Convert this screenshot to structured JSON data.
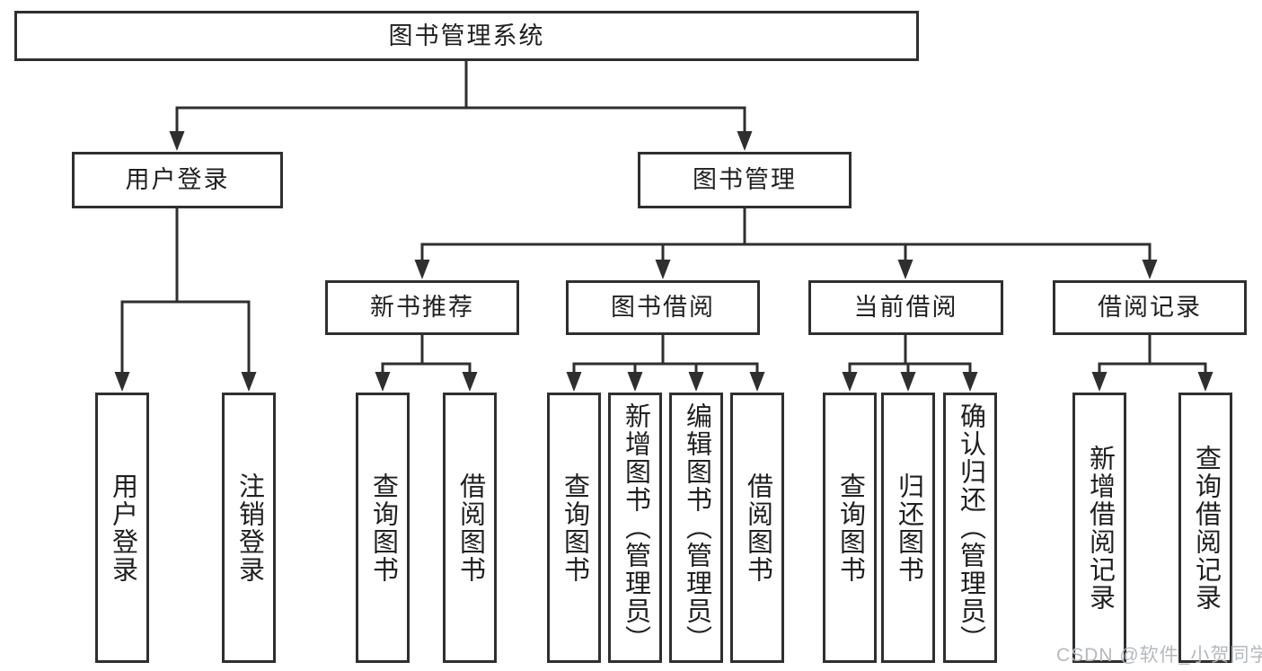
{
  "diagram_title": "图书管理系统",
  "tree": {
    "label": "图书管理系统",
    "children": [
      {
        "label": "用户登录",
        "children": [
          {
            "label": "用户登录"
          },
          {
            "label": "注销登录"
          }
        ]
      },
      {
        "label": "图书管理",
        "children": [
          {
            "label": "新书推荐",
            "children": [
              {
                "label": "查询图书"
              },
              {
                "label": "借阅图书"
              }
            ]
          },
          {
            "label": "图书借阅",
            "children": [
              {
                "label": "查询图书"
              },
              {
                "label": "新增图书（管理员）"
              },
              {
                "label": "编辑图书（管理员）"
              },
              {
                "label": "借阅图书"
              }
            ]
          },
          {
            "label": "当前借阅",
            "children": [
              {
                "label": "查询图书"
              },
              {
                "label": "归还图书"
              },
              {
                "label": "确认归还（管理员）"
              }
            ]
          },
          {
            "label": "借阅记录",
            "children": [
              {
                "label": "新增借阅记录"
              },
              {
                "label": "查询借阅记录"
              }
            ]
          }
        ]
      }
    ]
  },
  "watermark": {
    "text": "CSDN @软件_小贺同学"
  },
  "colors": {
    "line": "#2f2f2f",
    "text": "#1f1f1f",
    "background": "#ffffff",
    "watermark": "#b0b5ba"
  }
}
